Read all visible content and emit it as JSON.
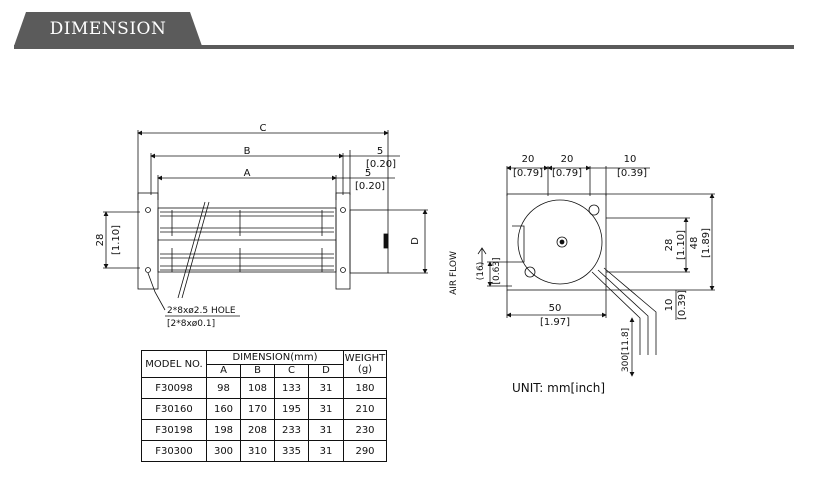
{
  "header": {
    "title": "DIMENSION"
  },
  "side_view": {
    "dim_c": "C",
    "dim_b": "B",
    "dim_a": "A",
    "dim_5_top": "5",
    "dim_020_top": "[0.20]",
    "dim_5_bottom": "5",
    "dim_020_bottom": "[0.20]",
    "dim_28": "28",
    "dim_110": "[1.10]",
    "dim_d": "D",
    "hole_label": "2*8xø2.5 HOLE",
    "hole_label_inch": "[2*8xø0.1]"
  },
  "end_view": {
    "dim_20_left": "20",
    "dim_079_left": "[0.79]",
    "dim_20_mid": "20",
    "dim_079_mid": "[0.79]",
    "dim_10_top": "10",
    "dim_039_top": "[0.39]",
    "dim_28": "28",
    "dim_110": "[1.10]",
    "dim_48": "48",
    "dim_189": "[1.89]",
    "dim_16": "(16)",
    "dim_063": "[0.63]",
    "air_flow": "AIR FLOW",
    "dim_50": "50",
    "dim_197": "[1.97]",
    "dim_10_right": "10",
    "dim_039_right": "[0.39]",
    "lead_300": "300[11.8]"
  },
  "unit_label": "UNIT: mm[inch]",
  "table": {
    "model_header": "MODEL NO.",
    "dimension_header": "DIMENSION(mm)",
    "weight_header": "WEIGHT",
    "weight_unit": "(g)",
    "sub_headers": [
      "A",
      "B",
      "C",
      "D"
    ],
    "rows": [
      {
        "model": "F30098",
        "a": "98",
        "b": "108",
        "c": "133",
        "d": "31",
        "weight": "180"
      },
      {
        "model": "F30160",
        "a": "160",
        "b": "170",
        "c": "195",
        "d": "31",
        "weight": "210"
      },
      {
        "model": "F30198",
        "a": "198",
        "b": "208",
        "c": "233",
        "d": "31",
        "weight": "230"
      },
      {
        "model": "F30300",
        "a": "300",
        "b": "310",
        "c": "335",
        "d": "31",
        "weight": "290"
      }
    ]
  }
}
